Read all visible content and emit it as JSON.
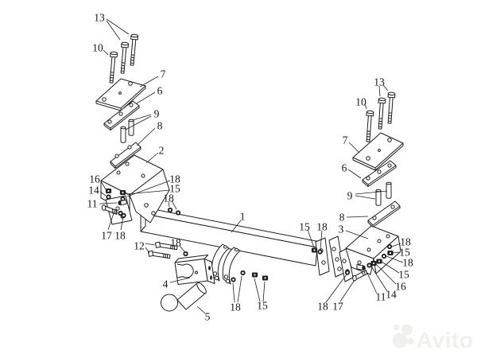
{
  "diagram": {
    "type": "exploded-parts-diagram",
    "subject": "Tow hitch (towbar) assembly drawing",
    "part_labels": [
      "13",
      "10",
      "7",
      "6",
      "9",
      "8",
      "2",
      "16",
      "14",
      "11",
      "17",
      "18",
      "18",
      "15",
      "18",
      "1",
      "12",
      "18",
      "4",
      "5",
      "18",
      "15",
      "15",
      "18",
      "13",
      "10",
      "7",
      "6",
      "9",
      "8",
      "3",
      "18",
      "15",
      "18",
      "15",
      "16",
      "14",
      "11",
      "17",
      "18"
    ]
  },
  "watermark": {
    "brand": "Avito"
  },
  "colors": {
    "background": "#ffffff",
    "line_ink": "#1d1d1d",
    "watermark": "#f0f0ee"
  }
}
